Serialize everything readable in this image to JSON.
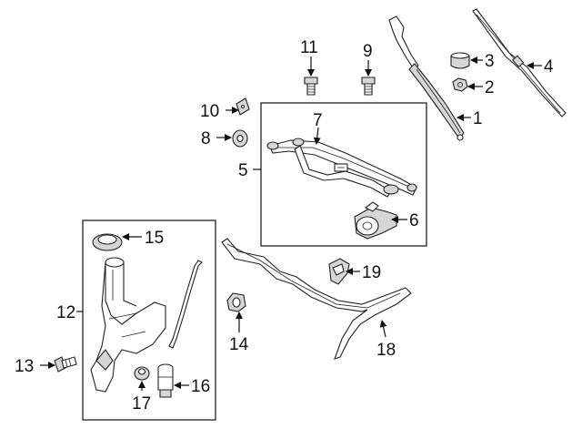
{
  "diagram": {
    "callouts": [
      {
        "id": "c1",
        "text": "1"
      },
      {
        "id": "c2",
        "text": "2"
      },
      {
        "id": "c3",
        "text": "3"
      },
      {
        "id": "c4",
        "text": "4"
      },
      {
        "id": "c5",
        "text": "5"
      },
      {
        "id": "c6",
        "text": "6"
      },
      {
        "id": "c7",
        "text": "7"
      },
      {
        "id": "c8",
        "text": "8"
      },
      {
        "id": "c9",
        "text": "9"
      },
      {
        "id": "c10",
        "text": "10"
      },
      {
        "id": "c11",
        "text": "11"
      },
      {
        "id": "c12",
        "text": "12"
      },
      {
        "id": "c13",
        "text": "13"
      },
      {
        "id": "c14",
        "text": "14"
      },
      {
        "id": "c15",
        "text": "15"
      },
      {
        "id": "c16",
        "text": "16"
      },
      {
        "id": "c17",
        "text": "17"
      },
      {
        "id": "c18",
        "text": "18"
      },
      {
        "id": "c19",
        "text": "19"
      }
    ]
  }
}
